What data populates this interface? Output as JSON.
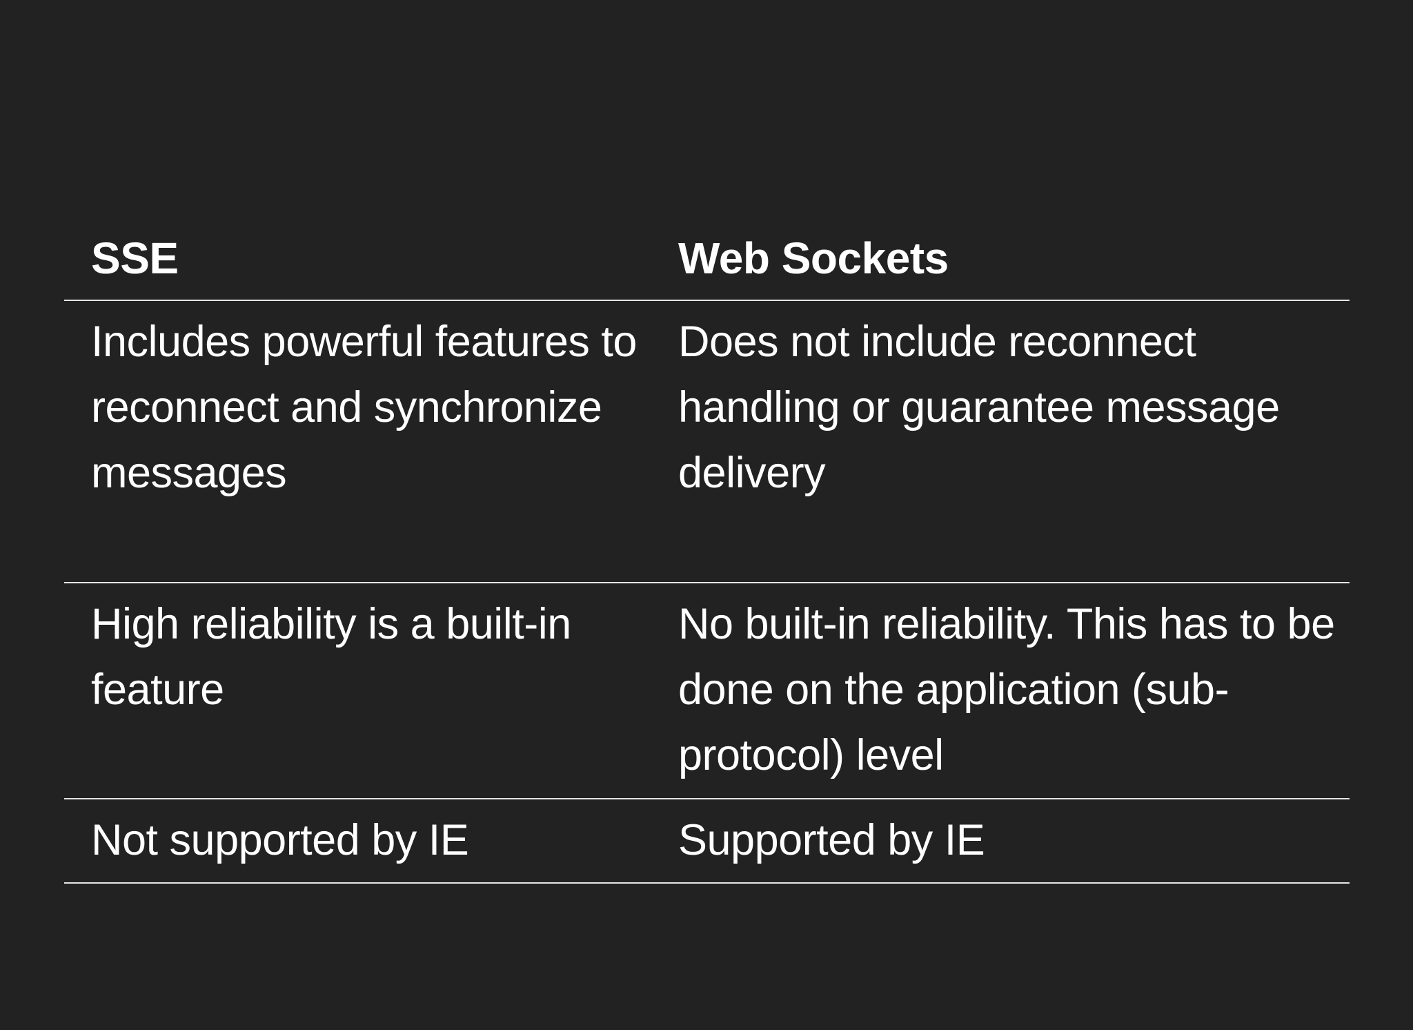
{
  "table": {
    "headers": [
      "SSE",
      "Web Sockets"
    ],
    "rows": [
      [
        "Includes powerful features to reconnect and synchronize messages",
        "Does not include reconnect handling or guarantee message delivery"
      ],
      [
        "High reliability is a built-in feature",
        "No built-in reliability. This has to be done on the application (sub-protocol) level"
      ],
      [
        "Not supported by IE",
        "Supported by IE"
      ]
    ]
  },
  "colors": {
    "background": "#222222",
    "text": "#ffffff",
    "rule": "#e6e6e6"
  }
}
